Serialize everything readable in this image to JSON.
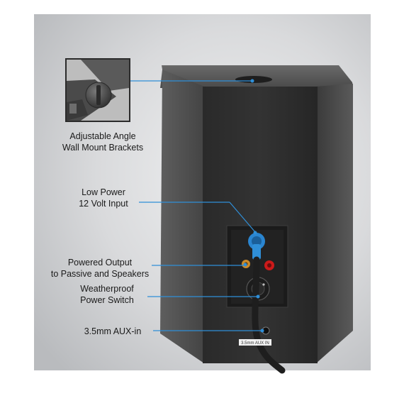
{
  "callouts": {
    "mount": {
      "line1": "Adjustable Angle",
      "line2": "Wall Mount Brackets"
    },
    "power_input": {
      "line1": "Low Power",
      "line2": "12 Volt Input"
    },
    "powered_output": {
      "line1": "Powered Output",
      "line2": "to Passive and Speakers"
    },
    "switch": {
      "line1": "Weatherproof",
      "line2": "Power Switch"
    },
    "aux": {
      "line1": "3.5mm AUX-in"
    }
  },
  "panel_label": "3.5mm AUX IN",
  "colors": {
    "callout_line": "#2f8fd8",
    "backdrop": "#cfd1d3",
    "cabinet": "#2c2c2c",
    "input_plug": "#2a85d0",
    "terminal_red": "#cc1a1a",
    "terminal_gold": "#c98a2a"
  }
}
